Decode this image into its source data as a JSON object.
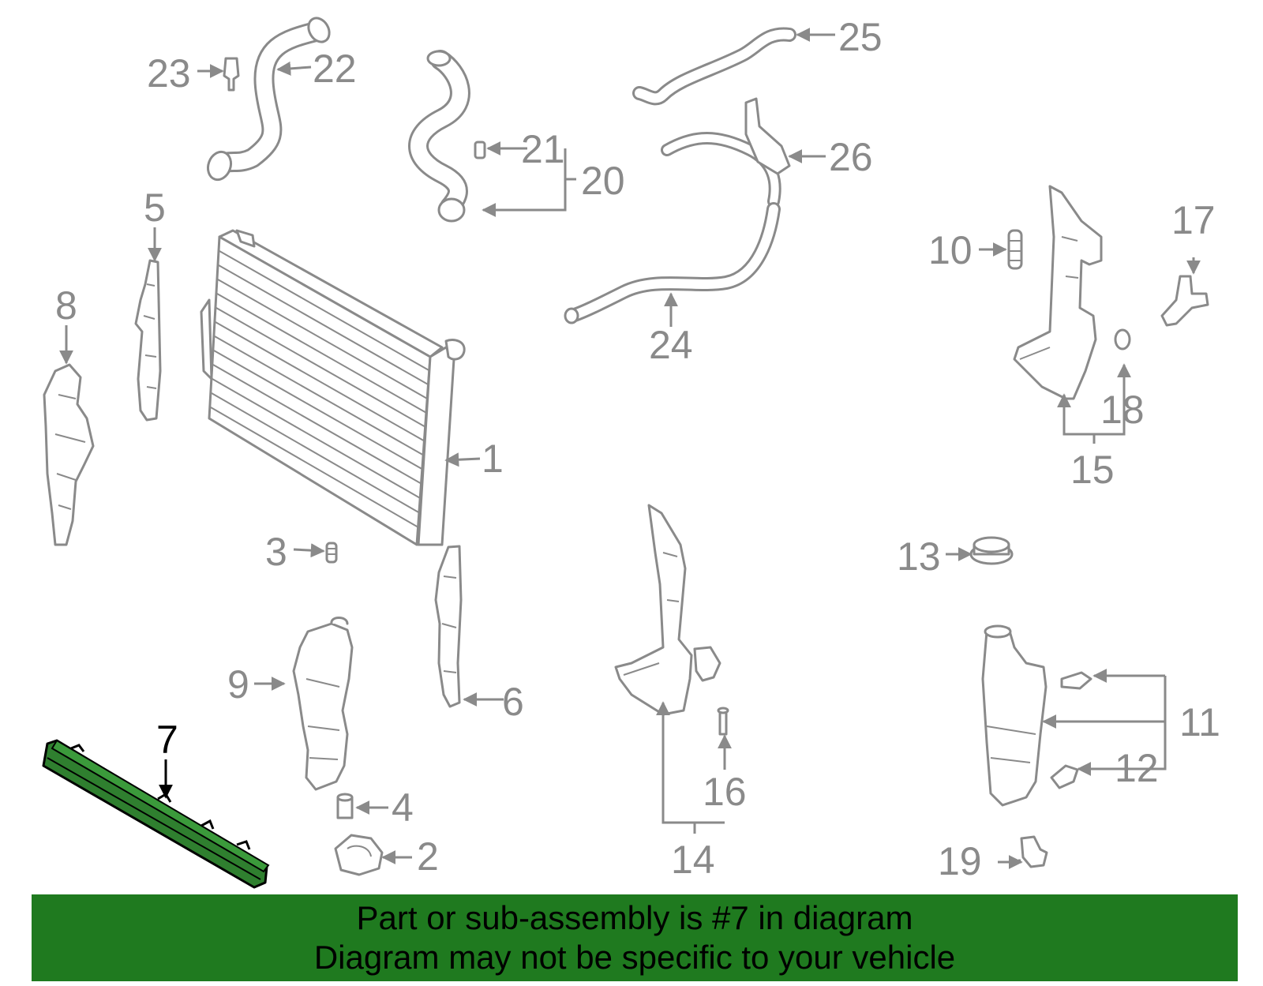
{
  "callouts": {
    "c1": "1",
    "c2": "2",
    "c3": "3",
    "c4": "4",
    "c5": "5",
    "c6": "6",
    "c7": "7",
    "c8": "8",
    "c9": "9",
    "c10": "10",
    "c11": "11",
    "c12": "12",
    "c13": "13",
    "c14": "14",
    "c15": "15",
    "c16": "16",
    "c17": "17",
    "c18": "18",
    "c19": "19",
    "c20": "20",
    "c21": "21",
    "c22": "22",
    "c23": "23",
    "c24": "24",
    "c25": "25",
    "c26": "26"
  },
  "highlight": {
    "part_number": "7",
    "color": "#1f7a1f"
  },
  "banner": {
    "line1": "Part or sub-assembly is #7 in diagram",
    "line2": "Diagram may not be specific to your vehicle",
    "color": "#1f7a1f"
  }
}
